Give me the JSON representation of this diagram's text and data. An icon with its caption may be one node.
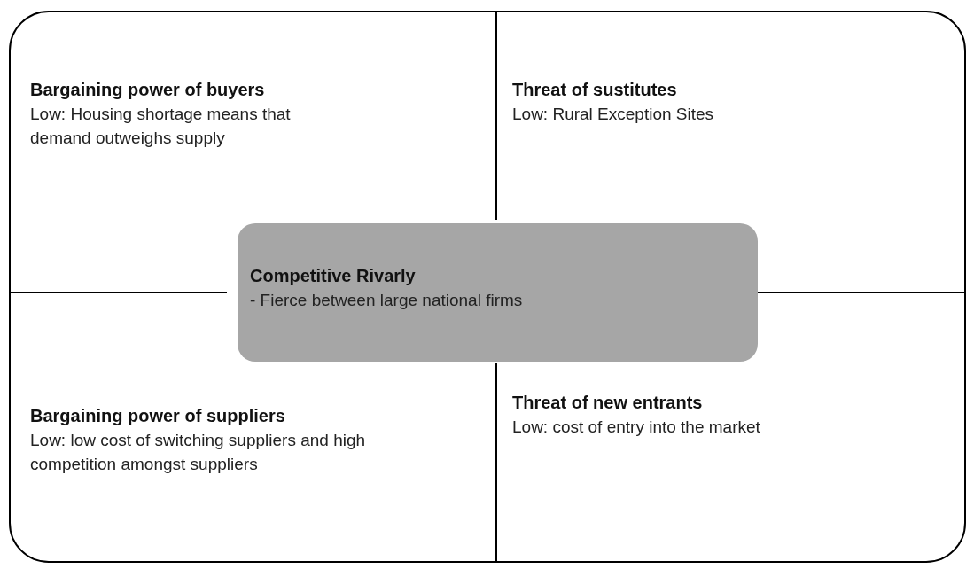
{
  "diagram": {
    "nodes": [
      {
        "text": [],
        "shape": "box"
      },
      {
        "text": [
          "Bargaining power of buyers",
          "Low: Housing shortage means that demand outweighs supply"
        ],
        "in": 0
      },
      {
        "text": [
          "Threat of sustitutes",
          "Low: Rural Exception Sites"
        ],
        "in": 0
      },
      {
        "text": [
          "Competitive Rivarly",
          "- Fierce between large national firms"
        ],
        "in": 0
      },
      {
        "text": [
          "Bargaining power of suppliers",
          "Low: low cost of switching suppliers and high competition amongst suppliers"
        ],
        "in": 0
      },
      {
        "text": [
          "Threat of new entrants",
          "Low: cost of entry into the market"
        ],
        "in": 0
      }
    ]
  }
}
